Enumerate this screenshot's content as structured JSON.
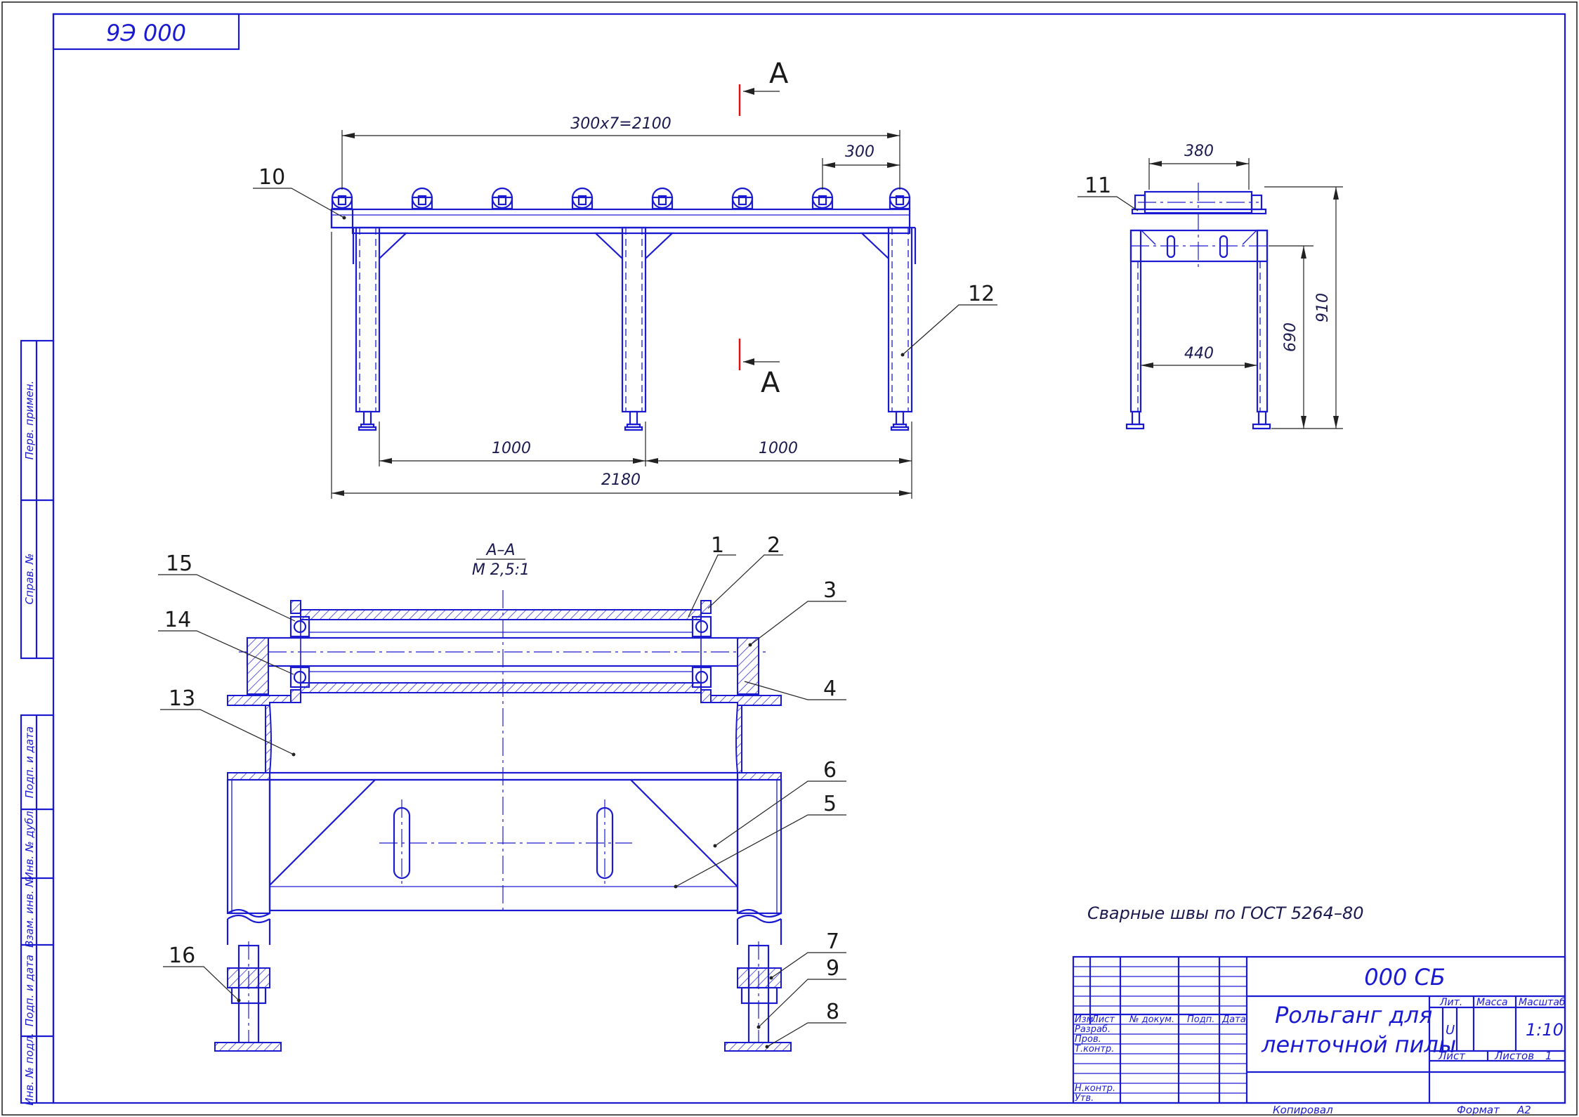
{
  "corner_code": "9Э 000",
  "section_top": "А",
  "section_bottom": "А",
  "section_title": "А–А",
  "section_scale": "М 2,5:1",
  "dims": {
    "top_span": "300х7=2100",
    "pitch": "300",
    "span_left": "1000",
    "span_right": "1000",
    "overall": "2180",
    "side_width": "380",
    "side_inner": "440",
    "side_h1": "690",
    "side_h2": "910"
  },
  "positions": {
    "p1": "1",
    "p2": "2",
    "p3": "3",
    "p4": "4",
    "p5": "5",
    "p6": "6",
    "p7": "7",
    "p8": "8",
    "p9": "9",
    "p10": "10",
    "p11": "11",
    "p12": "12",
    "p13": "13",
    "p14": "14",
    "p15": "15",
    "p16": "16"
  },
  "note": "Сварные швы по ГОСТ 5264–80",
  "side_strip": {
    "s1": "Перв. примен.",
    "s2": "Справ. №",
    "s3": "Подп. и дата",
    "s4": "Инв. № дубл.",
    "s5": "Взам. инв. №",
    "s6": "Подп. и дата",
    "s7": "Инв. № подл."
  },
  "title_block": {
    "doc_code": "000 СБ",
    "name_line1": "Рольганг для",
    "name_line2": "ленточной пилы",
    "col_izm": "Изм.",
    "col_list": "Лист",
    "col_docnum": "№ докум.",
    "col_podp": "Подп.",
    "col_data": "Дата",
    "row_razrab": "Разраб.",
    "row_prov": "Пров.",
    "row_tkontr": "Т.контр.",
    "row_nkontr": "Н.контр.",
    "row_utv": "Утв.",
    "lit": "Лит.",
    "massa": "Масса",
    "masshtab": "Масштаб",
    "lit_val": "U",
    "scale_val": "1:10",
    "list": "Лист",
    "listov": "Листов",
    "listov_val": "1",
    "kopiroval": "Копировал",
    "format": "Формат",
    "format_val": "A2"
  }
}
